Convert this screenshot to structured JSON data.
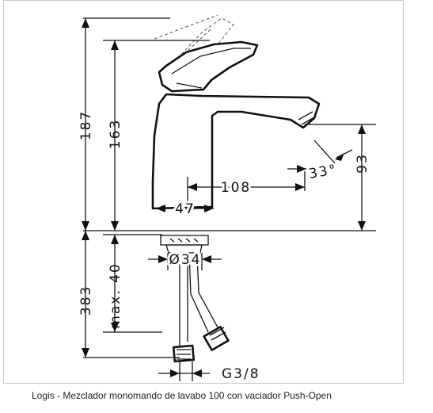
{
  "caption": "Logis - Mezclador monomando de lavabo 100 con vaciador Push-Open",
  "dimensions": {
    "total_height": "187",
    "body_height": "163",
    "spout_height": "93",
    "reach": "108",
    "base_width": "47",
    "spout_angle": "33°",
    "below_height": "383",
    "max_thickness": "max. 40",
    "hole_diameter": "Ø34",
    "thread": "G3/8"
  }
}
